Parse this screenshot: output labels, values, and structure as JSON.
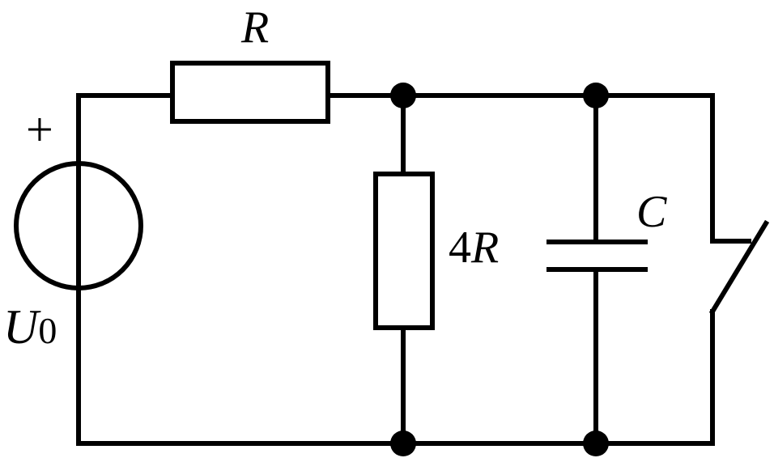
{
  "labels": {
    "resistor_top": "R",
    "resistor_mid_num": "4",
    "resistor_mid_sym": "R",
    "capacitor": "C",
    "source_sym": "U",
    "source_sub": "0",
    "source_polarity": "+"
  },
  "colors": {
    "ink": "#000000",
    "background": "#ffffff"
  }
}
